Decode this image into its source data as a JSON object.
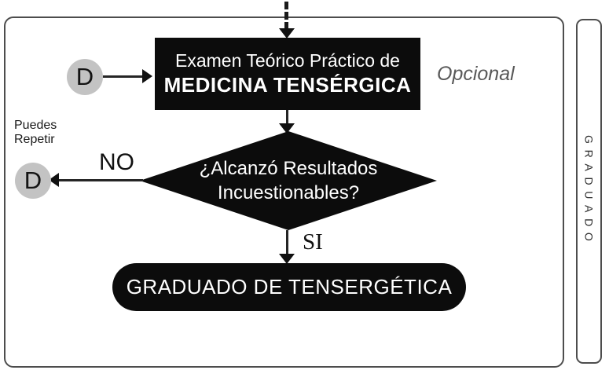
{
  "diagram": {
    "exam_box": {
      "line1": "Examen Teórico Práctico de",
      "line2": "MEDICINA TENSÉRGICA"
    },
    "optional_note": "Opcional",
    "start_node": {
      "label": "D"
    },
    "repeat_node": {
      "label": "D",
      "caption_line1": "Puedes",
      "caption_line2": "Repetir"
    },
    "decision": {
      "line1": "¿Alcanzó Resultados",
      "line2": "Incuestionables?"
    },
    "edges": {
      "no_label": "NO",
      "yes_label": "SI"
    },
    "terminal": {
      "label": "GRADUADO DE TENSERGÉTICA"
    },
    "side_tab": {
      "label": "GRADUADO"
    }
  },
  "colors": {
    "shape_fill": "#0c0c0c",
    "node_fill": "#c3c3c3",
    "frame_border": "#4d4d4d",
    "muted_text": "#595959",
    "shape_text": "#ffffff"
  }
}
